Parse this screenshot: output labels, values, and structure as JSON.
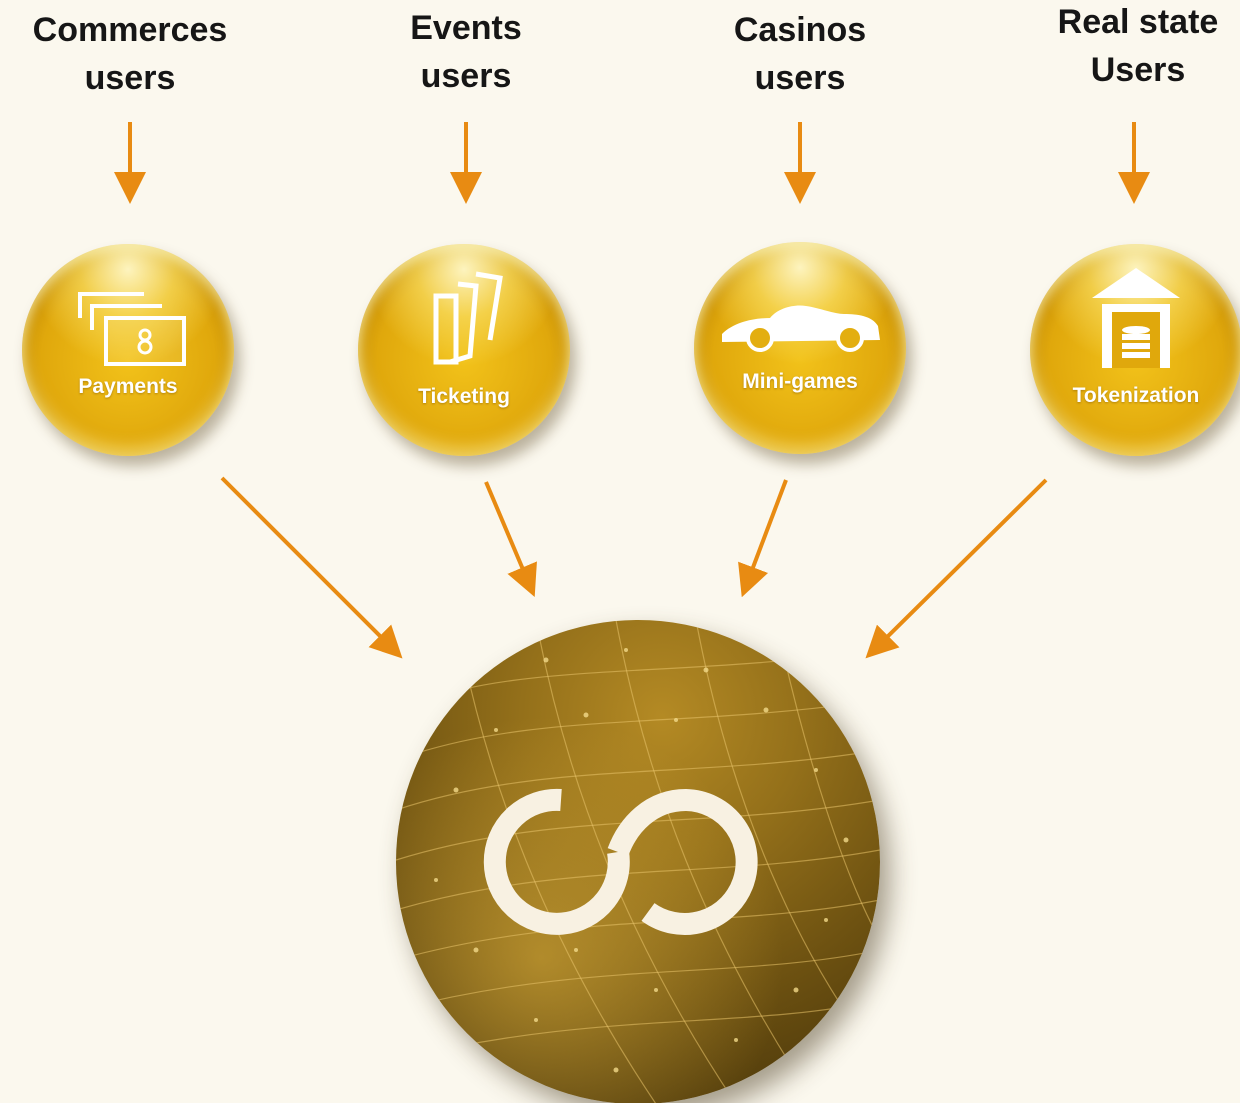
{
  "sources": [
    {
      "id": "commerces",
      "label": "Commerces\nusers",
      "service": "Payments",
      "icon": "banknotes-icon"
    },
    {
      "id": "events",
      "label": "Events\nusers",
      "service": "Ticketing",
      "icon": "tickets-icon"
    },
    {
      "id": "casinos",
      "label": "Casinos\nusers",
      "service": "Mini-games",
      "icon": "race-car-icon"
    },
    {
      "id": "realstate",
      "label": "Real state\nUsers",
      "service": "Tokenization",
      "icon": "warehouse-database-icon"
    }
  ],
  "hub": {
    "icon": "infinity-logo-icon"
  },
  "colors": {
    "background": "#fbf8ee",
    "arrow": "#e88b12",
    "gold": "#e0a80c",
    "hub": "#6e5211",
    "text": "#161616"
  }
}
